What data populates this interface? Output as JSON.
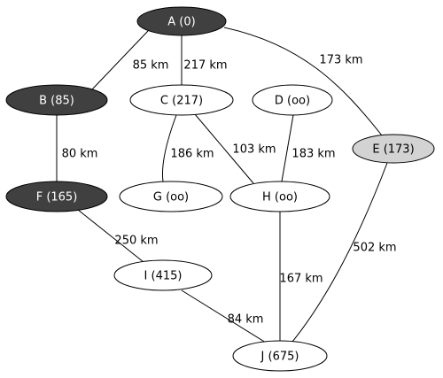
{
  "graph": {
    "nodes": [
      {
        "id": "A",
        "label": "A (0)",
        "fill": "#404040",
        "text": "#ffffff"
      },
      {
        "id": "B",
        "label": "B (85)",
        "fill": "#404040",
        "text": "#ffffff"
      },
      {
        "id": "C",
        "label": "C (217)",
        "fill": "#ffffff",
        "text": "#000000"
      },
      {
        "id": "D",
        "label": "D (oo)",
        "fill": "#ffffff",
        "text": "#000000"
      },
      {
        "id": "E",
        "label": "E (173)",
        "fill": "#d3d3d3",
        "text": "#000000"
      },
      {
        "id": "F",
        "label": "F (165)",
        "fill": "#404040",
        "text": "#ffffff"
      },
      {
        "id": "G",
        "label": "G (oo)",
        "fill": "#ffffff",
        "text": "#000000"
      },
      {
        "id": "H",
        "label": "H (oo)",
        "fill": "#ffffff",
        "text": "#000000"
      },
      {
        "id": "I",
        "label": "I (415)",
        "fill": "#ffffff",
        "text": "#000000"
      },
      {
        "id": "J",
        "label": "J (675)",
        "fill": "#ffffff",
        "text": "#000000"
      }
    ],
    "edges": [
      {
        "from": "A",
        "to": "B",
        "label": "85 km"
      },
      {
        "from": "A",
        "to": "C",
        "label": "217 km"
      },
      {
        "from": "A",
        "to": "E",
        "label": "173 km"
      },
      {
        "from": "B",
        "to": "F",
        "label": "80 km"
      },
      {
        "from": "C",
        "to": "G",
        "label": "186 km"
      },
      {
        "from": "C",
        "to": "H",
        "label": "103 km"
      },
      {
        "from": "D",
        "to": "H",
        "label": "183 km"
      },
      {
        "from": "F",
        "to": "I",
        "label": "250 km"
      },
      {
        "from": "H",
        "to": "J",
        "label": "167 km"
      },
      {
        "from": "E",
        "to": "J",
        "label": "502 km"
      },
      {
        "from": "I",
        "to": "J",
        "label": "84 km"
      }
    ]
  }
}
